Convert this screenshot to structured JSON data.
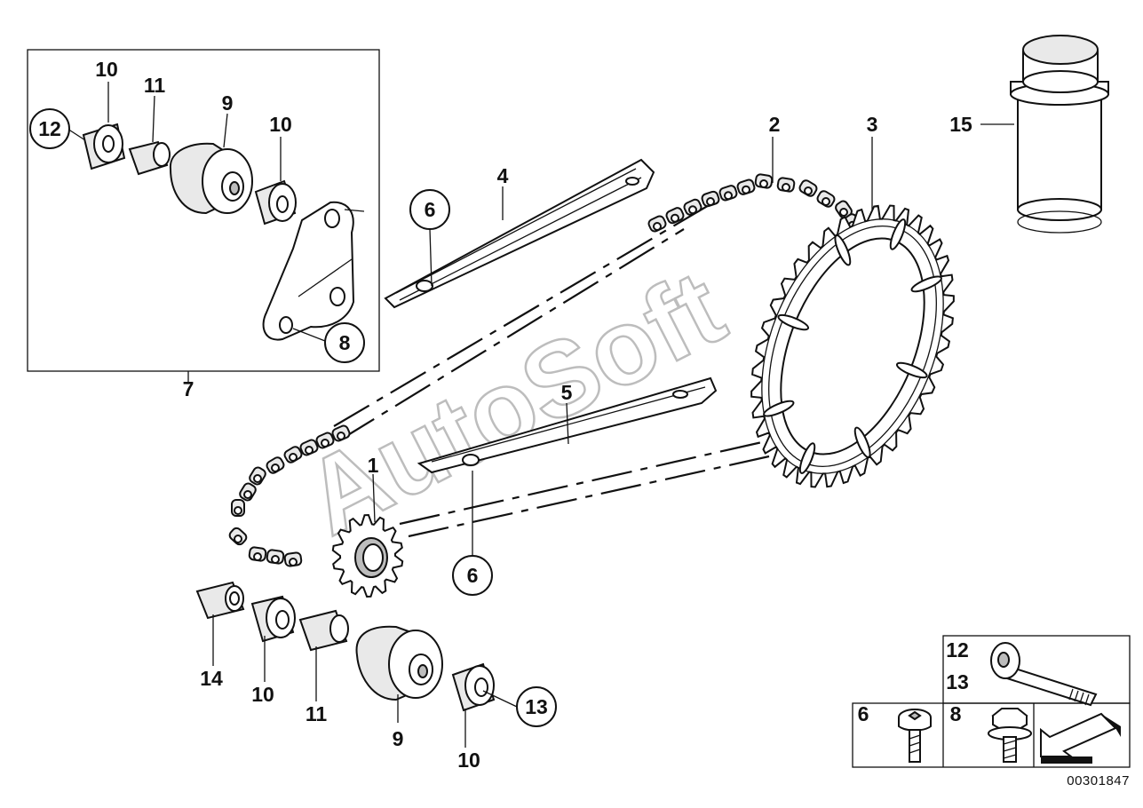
{
  "diagram": {
    "part_labels": {
      "p1": "1",
      "p2": "2",
      "p3": "3",
      "p4": "4",
      "p5": "5",
      "p6a": "6",
      "p6b": "6",
      "p7": "7",
      "p8": "8",
      "p9a": "9",
      "p9b": "9",
      "p10a": "10",
      "p10b": "10",
      "p10c": "10",
      "p10d": "10",
      "p11a": "11",
      "p11b": "11",
      "p12": "12",
      "p13": "13",
      "p14": "14",
      "p15": "15"
    },
    "inset_labels": {
      "i12": "12",
      "i13": "13",
      "i6": "6",
      "i8": "8"
    },
    "watermark": "AutoSoft",
    "diagram_number": "00301847"
  }
}
